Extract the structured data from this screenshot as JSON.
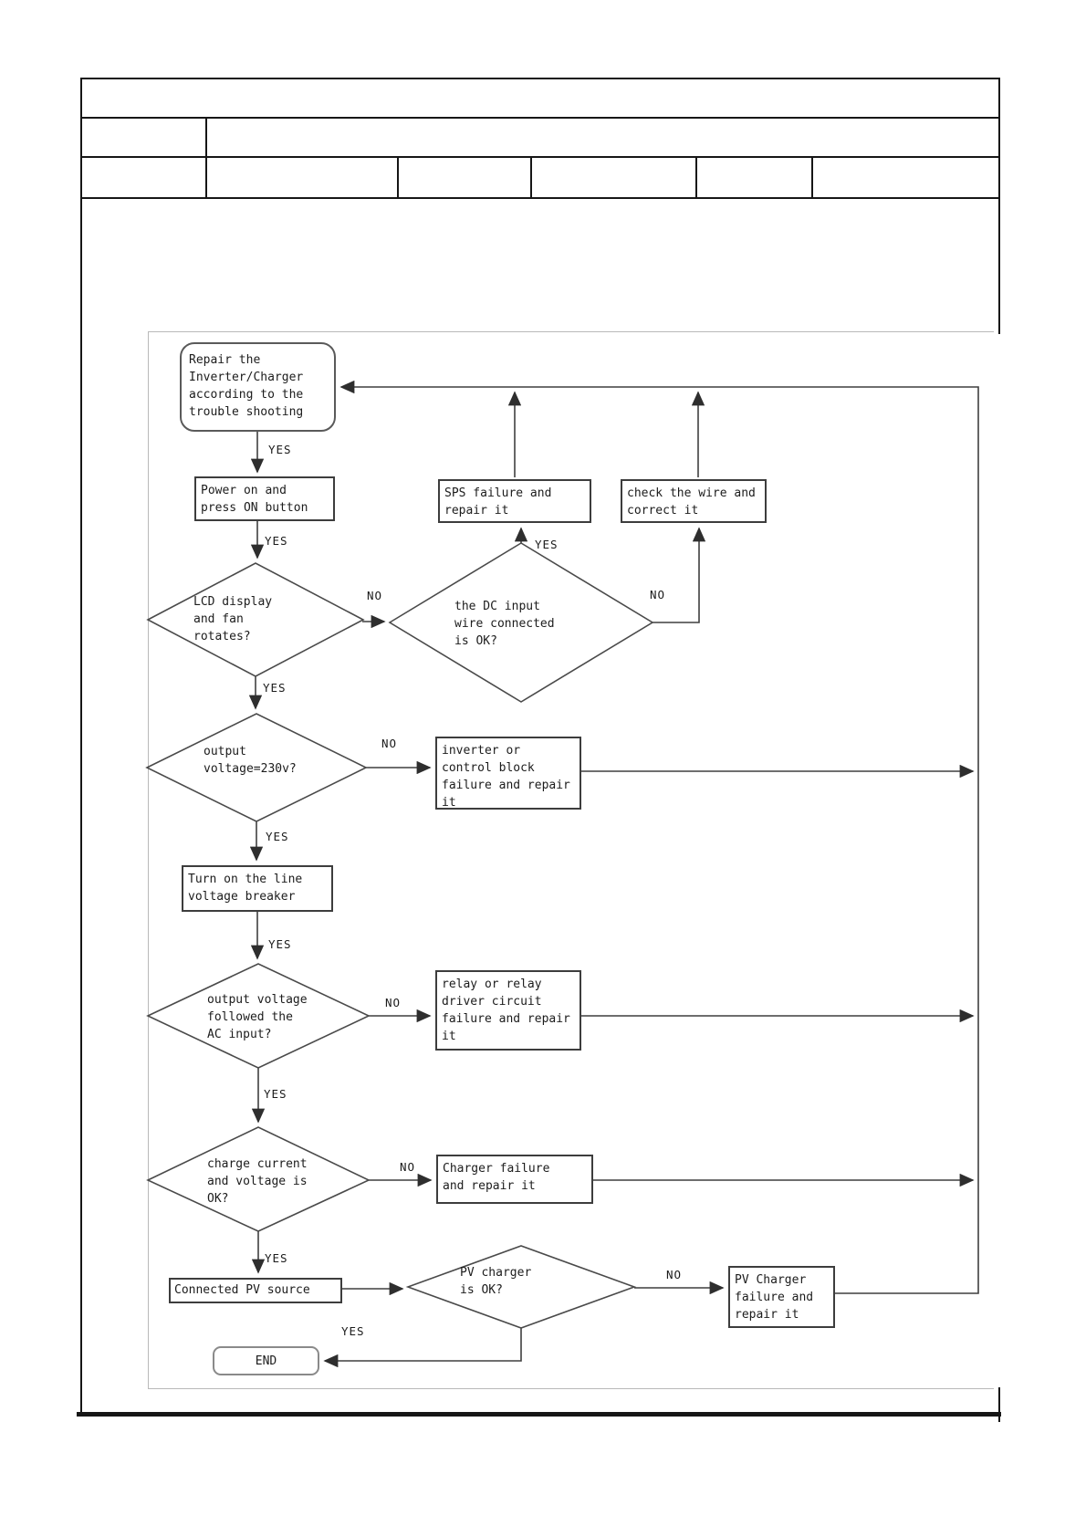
{
  "table": {
    "row1_cells": [
      ""
    ],
    "row2_cells": [
      "",
      ""
    ],
    "row3_cells": [
      "",
      "",
      "",
      "",
      "",
      ""
    ]
  },
  "flowchart": {
    "nodes": {
      "repair": {
        "type": "terminator",
        "label": "Repair the\nInverter/Charger\naccording to the\ntrouble shooting"
      },
      "power_on": {
        "type": "process",
        "label": "Power on and\npress ON button"
      },
      "sps": {
        "type": "process",
        "label": "SPS failure and\nrepair it"
      },
      "check_wire": {
        "type": "process",
        "label": "check the wire and\ncorrect it"
      },
      "lcd": {
        "type": "decision",
        "label": "LCD display\nand fan\nrotates?"
      },
      "dc_input": {
        "type": "decision",
        "label": "the DC input\nwire connected\nis OK?"
      },
      "out230": {
        "type": "decision",
        "label": "output\nvoltage=230v?"
      },
      "inverter": {
        "type": "process",
        "label": "inverter or\ncontrol block\nfailure and repair\nit"
      },
      "turn_on": {
        "type": "process",
        "label": "Turn on the line\nvoltage breaker"
      },
      "out_ac": {
        "type": "decision",
        "label": "output voltage\nfollowed the\nAC input?"
      },
      "relay": {
        "type": "process",
        "label": "relay or relay\ndriver circuit\nfailure and repair\nit"
      },
      "charge": {
        "type": "decision",
        "label": "charge current\nand voltage is\nOK?"
      },
      "charger": {
        "type": "process",
        "label": "Charger failure\nand repair it"
      },
      "pv_source": {
        "type": "process",
        "label": "Connected PV source"
      },
      "pv_ok": {
        "type": "decision",
        "label": "PV charger\nis OK?"
      },
      "pv_failure": {
        "type": "process",
        "label": "PV Charger\nfailure and\nrepair it"
      },
      "end": {
        "type": "terminator",
        "label": "END"
      }
    },
    "edge_labels": {
      "repair_to_power_yes": "YES",
      "power_to_lcd_yes": "YES",
      "lcd_yes": "YES",
      "lcd_no": "NO",
      "dc_yes": "YES",
      "dc_no": "NO",
      "out230_yes": "YES",
      "out230_no": "NO",
      "turnon_yes": "YES",
      "outac_yes": "YES",
      "outac_no": "NO",
      "charge_yes": "YES",
      "charge_no": "NO",
      "pv_no": "NO",
      "pv_yes": "YES"
    }
  },
  "colors": {
    "wire": "#3f3f3f",
    "table_border": "#161616",
    "canvas_border": "#b9b9b9",
    "background": "#ffffff"
  }
}
